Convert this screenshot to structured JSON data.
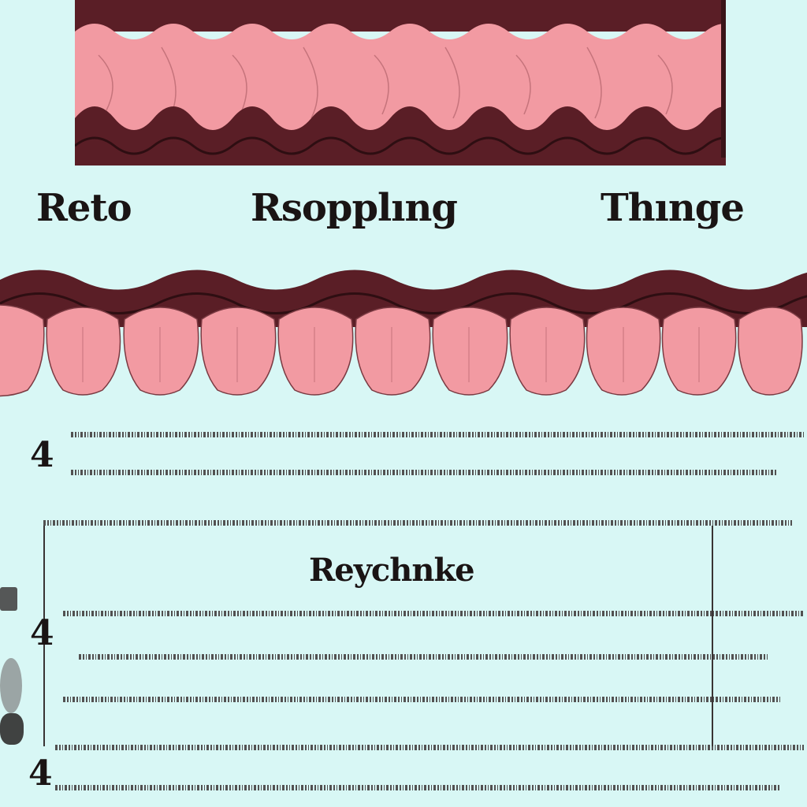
{
  "title_words": [
    "Reto",
    "Rsopplıng",
    "Thınge"
  ],
  "section_heading": "Reychnke",
  "numerals": [
    "4",
    "4",
    "4"
  ],
  "colors": {
    "background": "#d8f7f5",
    "pink": "#f29aa2",
    "maroon": "#5a1e26",
    "ink": "#1a1414"
  }
}
